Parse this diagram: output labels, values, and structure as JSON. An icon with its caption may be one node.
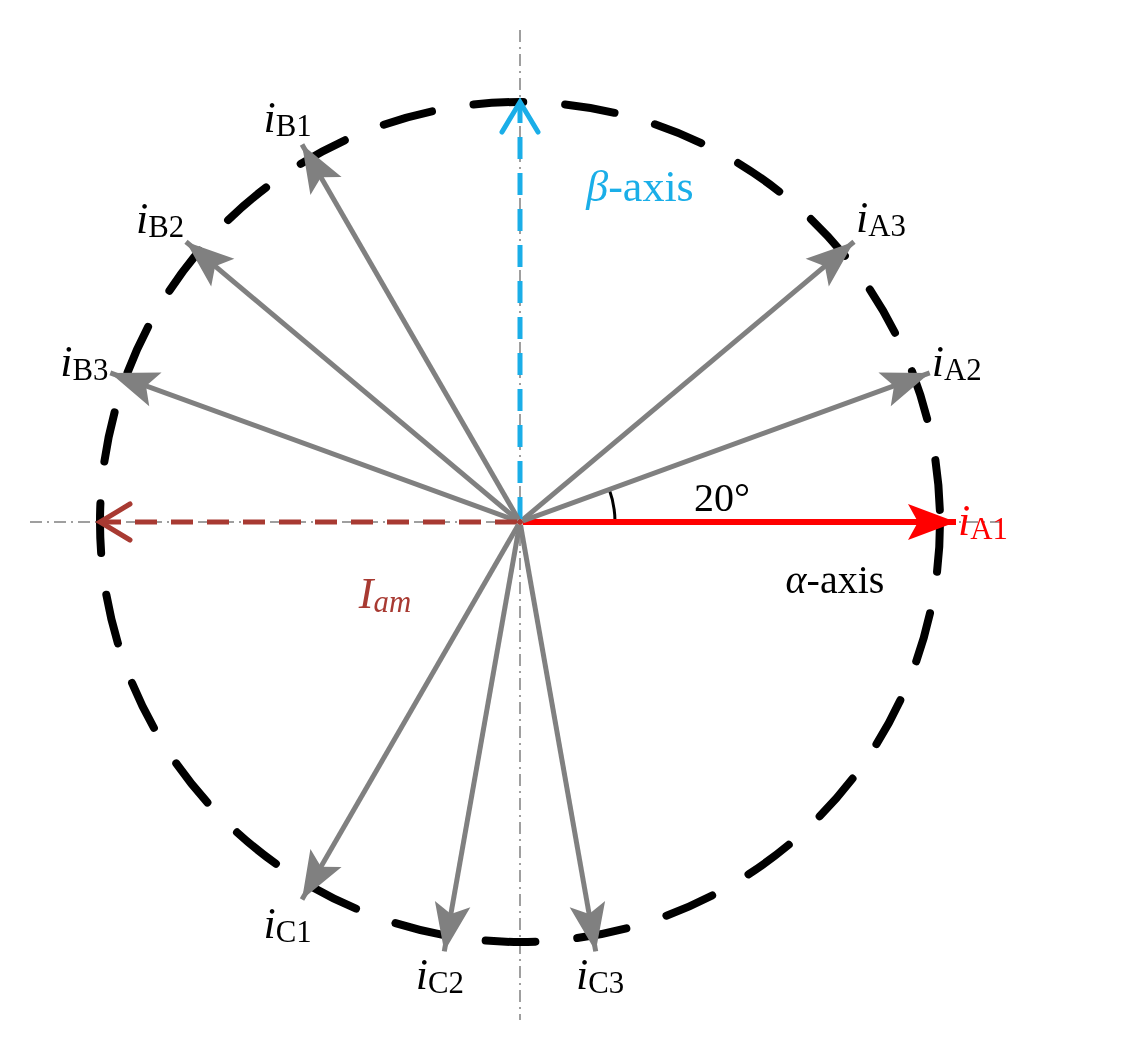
{
  "diagram": {
    "nodes": [
      {
        "text": [],
        "shape": "point"
      },
      {
        "text": [
          "*i*$_{B1}$"
        ]
      },
      {
        "text": [
          "*i*$_{A3}$"
        ]
      },
      {
        "text": [
          "*i*$_{B2}$"
        ]
      },
      {
        "text": [
          "*i*$_{A2}$"
        ]
      },
      {
        "text": [
          "*i*$_{B3}$"
        ]
      },
      {
        "text": [
          "*i*$_{A1}$"
        ]
      },
      {
        "text": [
          "*i*$_{C1}$"
        ]
      },
      {
        "text": [
          "*i*$_{C3}$"
        ]
      },
      {
        "text": [
          "*i*$_{C2}$"
        ]
      }
    ],
    "edges": [
      {
        "from": 0,
        "to": 6,
        "arrow": "to",
        "color": "#ff0000"
      },
      {
        "from": 0,
        "to": 4,
        "arrow": "to"
      },
      {
        "from": 0,
        "to": 2,
        "arrow": "to"
      },
      {
        "from": 0,
        "to": null,
        "arrow": "to",
        "label": "*β*-axis",
        "style": "dashed",
        "color": "#1aaee8"
      },
      {
        "from": 0,
        "to": 1,
        "arrow": "to"
      },
      {
        "from": 0,
        "to": 3,
        "arrow": "to"
      },
      {
        "from": 0,
        "to": 5,
        "arrow": "to"
      },
      {
        "from": 0,
        "to": null,
        "arrow": "to",
        "label": "I$_{am}$",
        "style": "dashed",
        "color": "#a83a32"
      },
      {
        "from": 0,
        "to": 7,
        "arrow": "to"
      },
      {
        "from": 0,
        "to": 9,
        "arrow": "to"
      },
      {
        "from": 0,
        "to": 8,
        "arrow": "to"
      }
    ],
    "labels": [
      "*α*-axis",
      "20°"
    ]
  }
}
